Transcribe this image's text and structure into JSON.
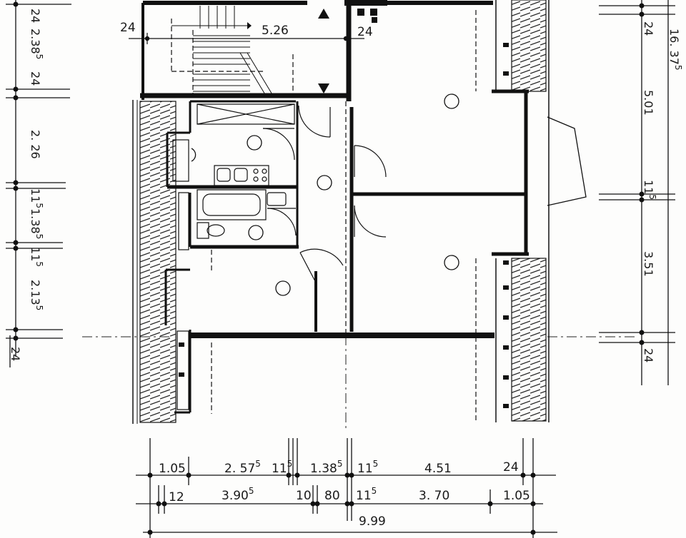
{
  "plan": {
    "stair_width": "5.26",
    "stair_wall": "24",
    "stair_left_wall": "24",
    "left_dims": [
      {
        "base": "24",
        "sup": ""
      },
      {
        "base": "2.38",
        "sup": "5"
      },
      {
        "base": "24",
        "sup": ""
      },
      {
        "base": "2. 26",
        "sup": ""
      },
      {
        "base": "11",
        "sup": "5"
      },
      {
        "base": "1.38",
        "sup": "5"
      },
      {
        "base": "11",
        "sup": "5"
      },
      {
        "base": "2.13",
        "sup": "5"
      },
      {
        "base": "24",
        "sup": ""
      }
    ],
    "right_dims": [
      {
        "base": "24",
        "sup": ""
      },
      {
        "base": "5.01",
        "sup": ""
      },
      {
        "base": "11",
        "sup": "5"
      },
      {
        "base": "3.51",
        "sup": ""
      },
      {
        "base": "24",
        "sup": ""
      }
    ],
    "right_total": {
      "base": "16. 37",
      "sup": "5"
    },
    "bottom_row1": [
      {
        "base": "1.05",
        "sup": ""
      },
      {
        "base": "2. 57",
        "sup": "5"
      },
      {
        "base": "11",
        "sup": "5"
      },
      {
        "base": "1.38",
        "sup": "5"
      },
      {
        "base": "11",
        "sup": "5"
      },
      {
        "base": "4.51",
        "sup": ""
      },
      {
        "base": "24",
        "sup": ""
      }
    ],
    "bottom_row2": [
      {
        "base": "12",
        "sup": ""
      },
      {
        "base": "3.90",
        "sup": "5"
      },
      {
        "base": "10",
        "sup": ""
      },
      {
        "base": "80",
        "sup": ""
      },
      {
        "base": "11",
        "sup": "5"
      },
      {
        "base": "3. 70",
        "sup": ""
      },
      {
        "base": "1.05",
        "sup": ""
      }
    ],
    "bottom_total": "9.99"
  }
}
